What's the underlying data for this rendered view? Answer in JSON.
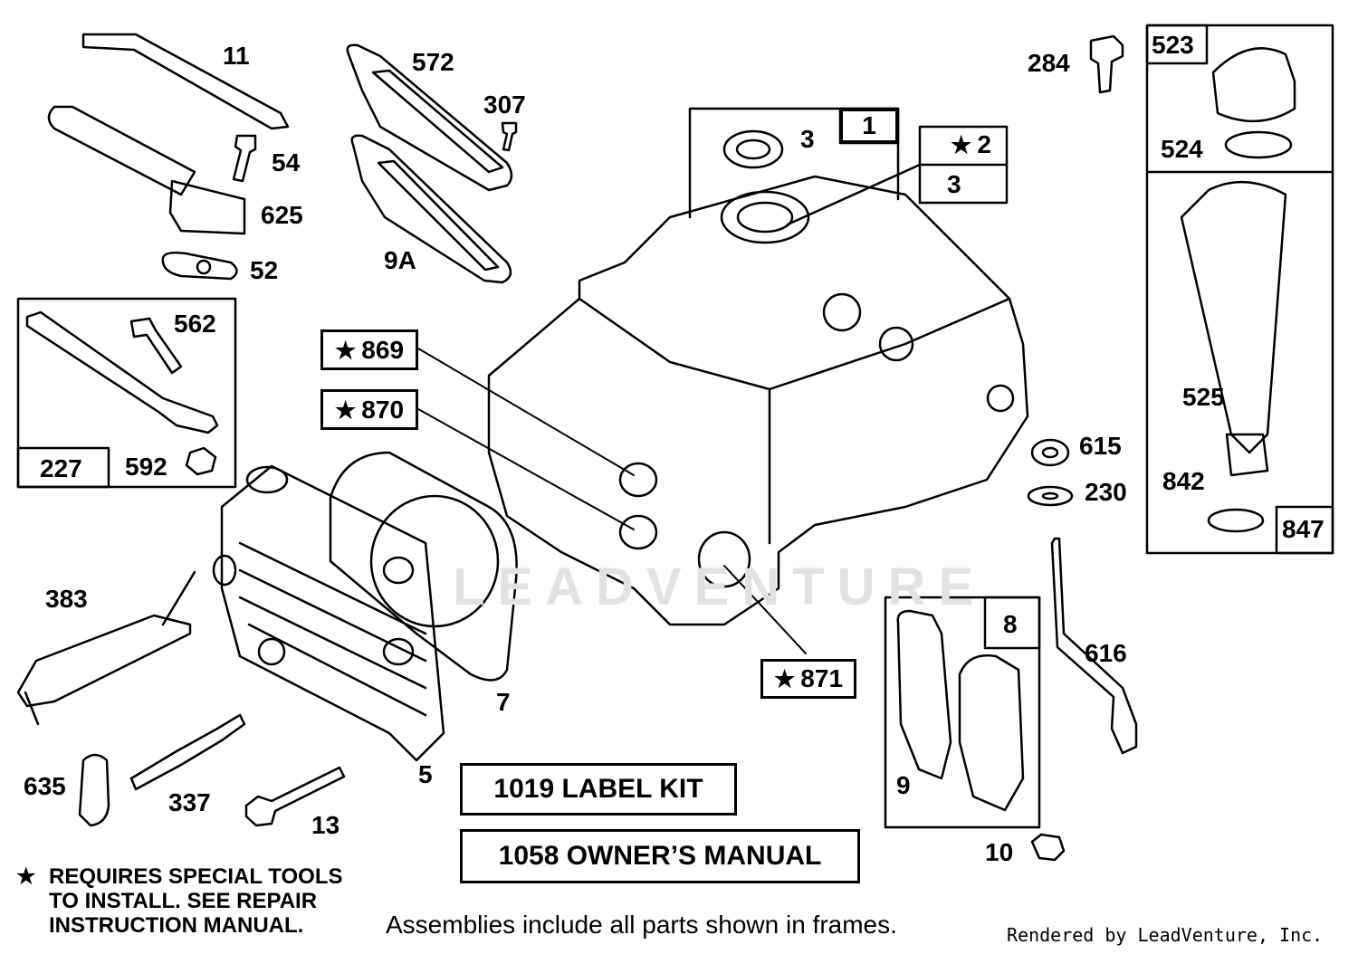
{
  "callouts": {
    "p11": "11",
    "p54": "54",
    "p625": "625",
    "p52": "52",
    "p572": "572",
    "p307": "307",
    "p9a": "9A",
    "p562": "562",
    "p227": "227",
    "p592": "592",
    "p3a": "3",
    "p1": "1",
    "p2": "2",
    "p3b": "3",
    "p869": "869",
    "p870": "870",
    "p871": "871",
    "p284": "284",
    "p523": "523",
    "p524": "524",
    "p525": "525",
    "p842": "842",
    "p847": "847",
    "p615": "615",
    "p230": "230",
    "p616": "616",
    "p383": "383",
    "p7": "7",
    "p5": "5",
    "p8": "8",
    "p9": "9",
    "p10": "10",
    "p635": "635",
    "p337": "337",
    "p13": "13"
  },
  "star_symbol": "★",
  "label_kit": "1019 LABEL KIT",
  "owners_manual": "1058 OWNER’S MANUAL",
  "note_lines": [
    "REQUIRES SPECIAL TOOLS",
    "TO INSTALL.  SEE REPAIR",
    "INSTRUCTION MANUAL."
  ],
  "assemblies_note": "Assemblies include all parts shown in frames.",
  "rendered_by": "Rendered by LeadVenture, Inc.",
  "watermark": "LEADVENTURE"
}
